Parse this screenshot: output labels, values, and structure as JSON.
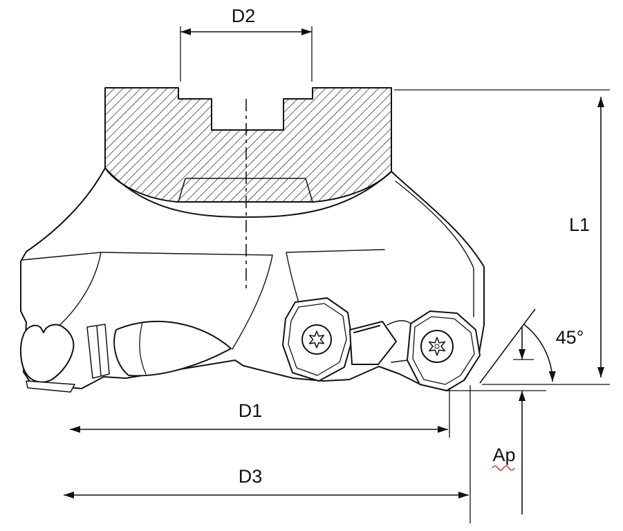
{
  "diagram": {
    "labels": {
      "d2": "D2",
      "l1": "L1",
      "angle": "45°",
      "d1": "D1",
      "ap": "Ap",
      "d3": "D3"
    },
    "colors": {
      "line": "#111111",
      "background": "#ffffff",
      "spellcheck_underline": "#d93b3b"
    }
  }
}
